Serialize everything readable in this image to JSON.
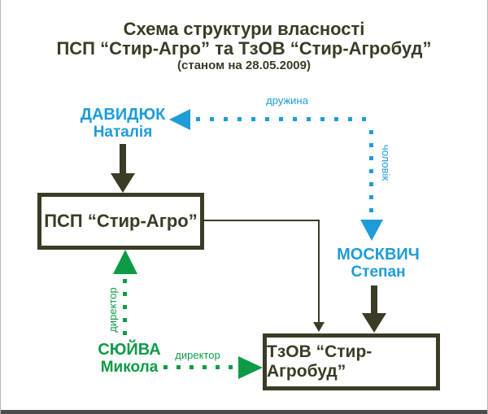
{
  "title": {
    "line1": "Схема структури власності",
    "line2": "ПСП “Стир-Агро” та ТзОВ “Стир-Агробуд”",
    "line3": "(станом на 28.05.2009)"
  },
  "people": {
    "davydiuk": {
      "surname": "ДАВИДЮК",
      "first_name": "Наталія"
    },
    "moskvych": {
      "surname": "МОСКВИЧ",
      "first_name": "Степан"
    },
    "siuiva": {
      "surname": "СЮЙВА",
      "first_name": "Микола"
    }
  },
  "companies": {
    "psp": "ПСП “Стир-Агро”",
    "tzov": "ТзОВ “Стир-Агробуд”"
  },
  "relation_labels": {
    "wife": "дружина",
    "husband": "чоловік",
    "director_psp": "директор",
    "director_tzov": "директор"
  },
  "colors": {
    "dark_olive": "#3B3B26",
    "blue": "#1E9CD7",
    "green": "#0D9B46",
    "bottom_bar": "#4D4D4D"
  }
}
